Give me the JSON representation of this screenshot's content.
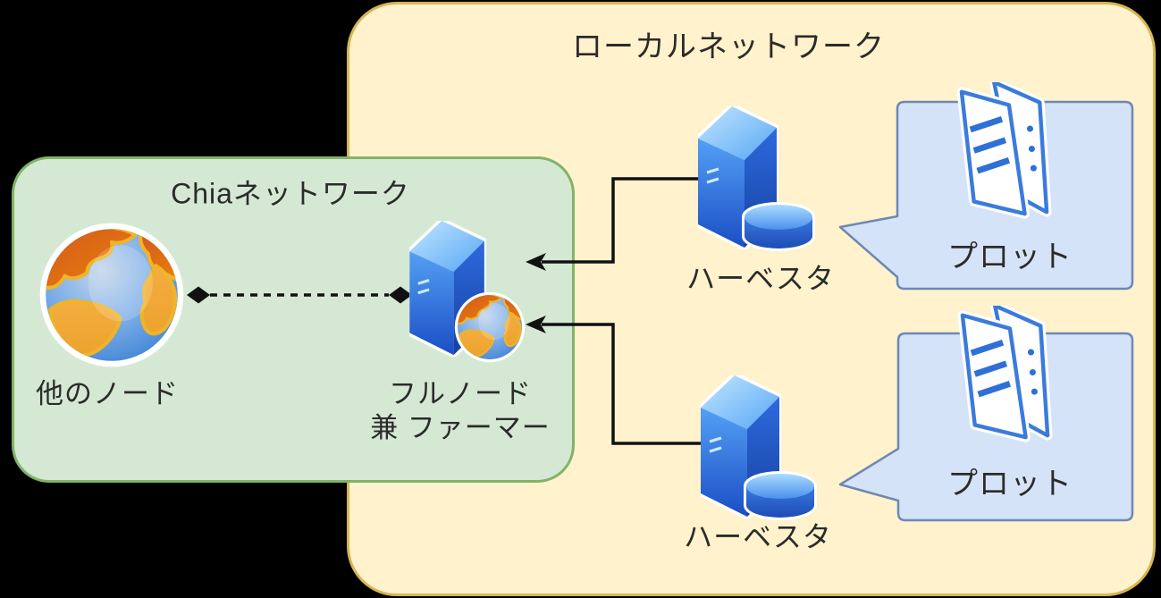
{
  "local_network": {
    "title": "ローカルネットワーク"
  },
  "chia_network": {
    "title": "Chiaネットワーク"
  },
  "nodes": {
    "other_nodes": {
      "label": "他のノード"
    },
    "full_node": {
      "label_line1": "フルノード",
      "label_line2": "兼 ファーマー"
    },
    "harvester_top": {
      "label": "ハーベスタ"
    },
    "harvester_bottom": {
      "label": "ハーベスタ"
    },
    "plot_top": {
      "label": "プロット"
    },
    "plot_bottom": {
      "label": "プロット"
    }
  },
  "icons": {
    "other_nodes": "globe-icon",
    "full_node": "server-with-globe-icon",
    "harvester": "server-with-disk-icon",
    "plot": "documents-icon"
  },
  "connections": {
    "full_node_to_other_nodes": "dashed-diamond-link",
    "harvester_top_to_full_node": "solid-arrow",
    "harvester_bottom_to_full_node": "solid-arrow"
  },
  "colors": {
    "background": "#000000",
    "local_network_fill": "#fff2cc",
    "local_network_border": "#d6b656",
    "chia_network_fill": "#d5e8d4",
    "chia_network_border": "#82b366",
    "plot_bubble_fill": "#d5e3f8",
    "plot_bubble_border": "#6e88b5",
    "connector": "#111111",
    "text": "#2b2b2b",
    "server_blue": "#2f6fe0",
    "globe_land": "#e88a1e",
    "globe_ocean": "#4a8cdb",
    "document_blue": "#3b7bdc"
  }
}
